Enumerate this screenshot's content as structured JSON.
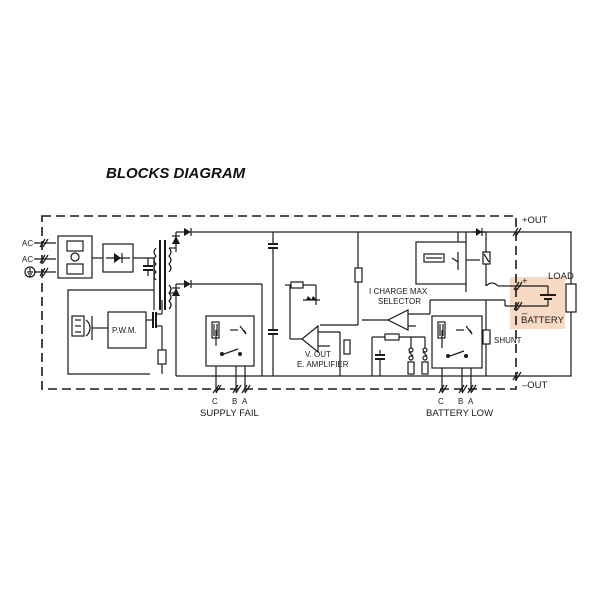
{
  "title": "BLOCKS DIAGRAM",
  "colors": {
    "battery_highlight": "#f7d9c4",
    "line": "#1a1a1a"
  },
  "inputs": {
    "ac1": "AC",
    "ac2": "AC",
    "ground_icon": "earth-ground-icon"
  },
  "pwm": "P.W.M.",
  "amplifier": {
    "line1": "V. OUT",
    "line2": "E. AMPLIFIER"
  },
  "charge_selector": {
    "line1": "I CHARGE MAX",
    "line2": "SELECTOR"
  },
  "shunt": "SHUNT",
  "outputs": {
    "plus_out": "+OUT",
    "minus_out": "–OUT",
    "load": "LOAD"
  },
  "battery": {
    "label": "BATTERY",
    "plus": "+",
    "minus": "–"
  },
  "supply_fail": {
    "pins": {
      "c": "C",
      "b": "B",
      "a": "A"
    },
    "label": "SUPPLY FAIL"
  },
  "battery_low": {
    "pins": {
      "c": "C",
      "b": "B",
      "a": "A"
    },
    "label": "BATTERY LOW"
  }
}
